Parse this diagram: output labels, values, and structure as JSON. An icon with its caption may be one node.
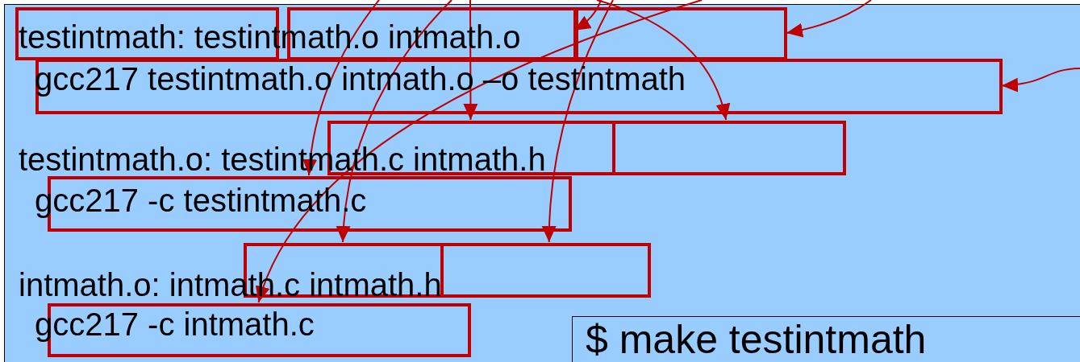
{
  "diagram": {
    "nodes": [
      {
        "text": [],
        "shape": "box"
      },
      {
        "text": [],
        "shape": "box",
        "in": 0
      },
      {
        "text": [],
        "shape": "box",
        "in": 0
      },
      {
        "text": [],
        "shape": "box",
        "in": 0
      },
      {
        "text": [],
        "shape": "box",
        "in": 0
      },
      {
        "text": [],
        "shape": "box",
        "in": 0
      },
      {
        "text": [],
        "shape": "box",
        "in": 0
      },
      {
        "text": [],
        "shape": "box",
        "in": 0
      },
      {
        "text": [],
        "shape": "box",
        "in": 0
      },
      {
        "text": [],
        "shape": "box",
        "in": 0
      },
      {
        "text": [],
        "shape": "box",
        "in": 0
      },
      {
        "text": [
          "$ make testintmath"
        ],
        "in": 0
      }
    ],
    "edges": [
      {
        "from": null,
        "to": 3,
        "arrow": "to"
      },
      {
        "from": null,
        "to": 3,
        "arrow": "to"
      },
      {
        "from": null,
        "to": 4,
        "arrow": "to"
      },
      {
        "from": null,
        "to": 5,
        "arrow": "to"
      },
      {
        "from": null,
        "to": 6,
        "arrow": "to"
      },
      {
        "from": null,
        "to": 7,
        "arrow": "to"
      },
      {
        "from": null,
        "to": 8,
        "arrow": "to"
      },
      {
        "from": null,
        "to": 9,
        "arrow": "to"
      },
      {
        "from": null,
        "to": 10,
        "arrow": "to"
      }
    ],
    "labels": [
      "testintmath: testintmath.o intmath.o",
      "gcc217 testintmath.o intmath.o –o testintmath",
      "testintmath.o: testintmath.c intmath.h",
      "gcc217 -c testintmath.c",
      "intmath.o: intmath.c intmath.h",
      "gcc217 -c intmath.c"
    ]
  }
}
